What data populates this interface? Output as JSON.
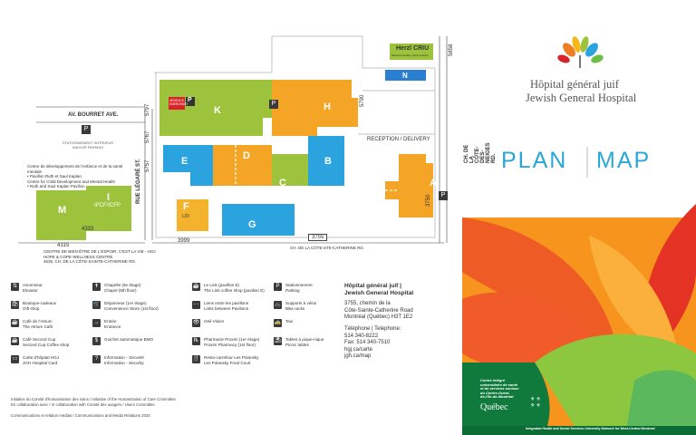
{
  "map": {
    "streets": {
      "bourret": "AV. BOURRET AVE.",
      "legare": "RUE LÉGARÉ ST.",
      "cote_des_neiges": "CH. DE LA CÔTE-DES-NEIGES RD.",
      "cote_ste_catherine": "CH. DE LA CÔTE-STE-CATHERINE RD.",
      "reception": "RECEPTION / DELIVERY"
    },
    "buildings": {
      "K": "K",
      "H": "H",
      "D": "D",
      "E": "E",
      "C": "C",
      "B": "B",
      "A": "A",
      "F": "F",
      "F_sub": "LDI",
      "G": "G",
      "M": "M",
      "I": "I",
      "I_sub": "IPCF/ICFP"
    },
    "herzl": {
      "name": "Herzl CRIU",
      "sub": "Médecine familiale / Family medicine"
    },
    "north": "N",
    "urgence": "URGENCE EMERGENCY",
    "numbers": {
      "n5757": "5757",
      "n5767": "5767",
      "n5797": "5797",
      "n3755": "3755",
      "n3999": "3999",
      "n4333": "4333",
      "n4315": "4315",
      "n5858": "5858",
      "n5790": "5790",
      "n3750": "3750"
    },
    "stationnement": "STATIONNEMENT INTÉRIEUR INDOOR PARKING",
    "centre_dev": [
      "Centre de développement de l'enfance et de la santé mentale",
      "• Pavillon Ruth et Saul Kaplan",
      "Centre for Child Development and Mental Health",
      "• Ruth and Saul Kaplan Pavilion"
    ],
    "bien_etre": [
      "CENTRE DE BIEN-ÊTRE DE L'ESPOIR, C'EST LA VIE - HOJ",
      "HOPE & COPE WELLNESS CENTRE",
      "4635, CH. DE LA CÔTE-SAINTE-CATHERINE RD."
    ]
  },
  "legend": [
    {
      "icon": "elevator-icon",
      "glyph": "⇅",
      "text": [
        "Ascenseur",
        "Elevator"
      ]
    },
    {
      "icon": "chapel-icon",
      "glyph": "✝",
      "text": [
        "Chapelle (6e étage)",
        "Chapel (6th floor)"
      ]
    },
    {
      "icon": "link-icon",
      "glyph": "☕",
      "text": [
        "Le Link (pavillon E)",
        "The Link coffee shop (pavilion E)"
      ]
    },
    {
      "icon": "parking-icon",
      "glyph": "P",
      "text": [
        "Stationnement",
        "Parking"
      ]
    },
    {
      "icon": "gift-icon",
      "glyph": "🛍",
      "text": [
        "Boutique-cadeaux",
        "Gift shop"
      ]
    },
    {
      "icon": "store-icon",
      "glyph": "🛒",
      "text": [
        "Dépanneur (1er étage)",
        "Convenience Store (1st floor)"
      ]
    },
    {
      "icon": "pavilion-link-icon",
      "glyph": "- -",
      "text": [
        "Liens entre les pavillons",
        "Links between Pavilions"
      ]
    },
    {
      "icon": "bike-icon",
      "glyph": "🚲",
      "text": [
        "Supports à vélos",
        "Bike racks"
      ]
    },
    {
      "icon": "atrium-cafe-icon",
      "glyph": "☕",
      "text": [
        "Café de l'Atrium",
        "The Atrium Café"
      ]
    },
    {
      "icon": "entrance-icon",
      "glyph": "→",
      "text": [
        "Entrée",
        "Entrance"
      ]
    },
    {
      "icon": "oeil-icon",
      "glyph": "👁",
      "text": [
        "Oeil-Vision",
        ""
      ]
    },
    {
      "icon": "taxi-icon",
      "glyph": "🚕",
      "text": [
        "Taxi",
        ""
      ]
    },
    {
      "icon": "second-cup-icon",
      "glyph": "☕",
      "text": [
        "Café Second Cup",
        "Second Cup Coffee shop"
      ]
    },
    {
      "icon": "atm-icon",
      "glyph": "$",
      "text": [
        "Guichet automatique BMO",
        ""
      ]
    },
    {
      "icon": "pharmacy-icon",
      "glyph": "℞",
      "text": [
        "Pharmacie Proxim (1er étage)",
        "Proxim Pharmacy (1st floor)"
      ]
    },
    {
      "icon": "picnic-icon",
      "glyph": "⛱",
      "text": [
        "Tables à pique-nique",
        "Picnic tables"
      ]
    },
    {
      "icon": "card-icon",
      "glyph": "▭",
      "text": [
        "Carte d'hôpital HGJ",
        "JGH Hospital Card"
      ]
    },
    {
      "icon": "security-icon",
      "glyph": "?",
      "text": [
        "Information - Sécurité",
        "Information - Security"
      ]
    },
    {
      "icon": "food-court-icon",
      "glyph": "🍴",
      "text": [
        "Resto-carrefour Les Polansky",
        "Les Polansky Food Court"
      ]
    }
  ],
  "address": {
    "name1": "Hôpital général juif |",
    "name2": "Jewish General Hospital",
    "line1": "3755, chemin de la",
    "line2": "Côte-Sainte-Catherine Road",
    "line3": "Montréal (Québec) H3T 1E2",
    "tel_label": "Téléphone | Telephone:",
    "tel": "514 340-8222",
    "fax": "Fax: 514 340-7510",
    "web1": "hgj.ca/carte",
    "web2": "jgh.ca/map"
  },
  "footer": {
    "l1": "Initiative du Comité d'humanisation des soins / Initiative of the Humanization of Care Committee",
    "l2": "En collaboration avec / In collaboration with Comité des usagers / Users Committee",
    "l3": "Communications et relation médias / Communications and Media Relations 2020"
  },
  "brand": {
    "fr": "Hôpital général juif",
    "en": "Jewish General Hospital",
    "plan": "PLAN",
    "map": "MAP",
    "ciusss_l1": "Centre intégré",
    "ciusss_l2": "universitaire de santé",
    "ciusss_l3": "et de services sociaux",
    "ciusss_l4": "du Centre-Ouest-",
    "ciusss_l5": "de-l'Île-de-Montréal",
    "quebec": "Québec",
    "bottom": "Integrated Health and Social Services University Network for West-Central Montreal"
  },
  "colors": {
    "green": "#9cc33b",
    "blue": "#2aa3de",
    "orange": "#f5a525",
    "yellow": "#f3b32d",
    "darkgreen": "#3b8a2a",
    "red": "#d8232a"
  }
}
